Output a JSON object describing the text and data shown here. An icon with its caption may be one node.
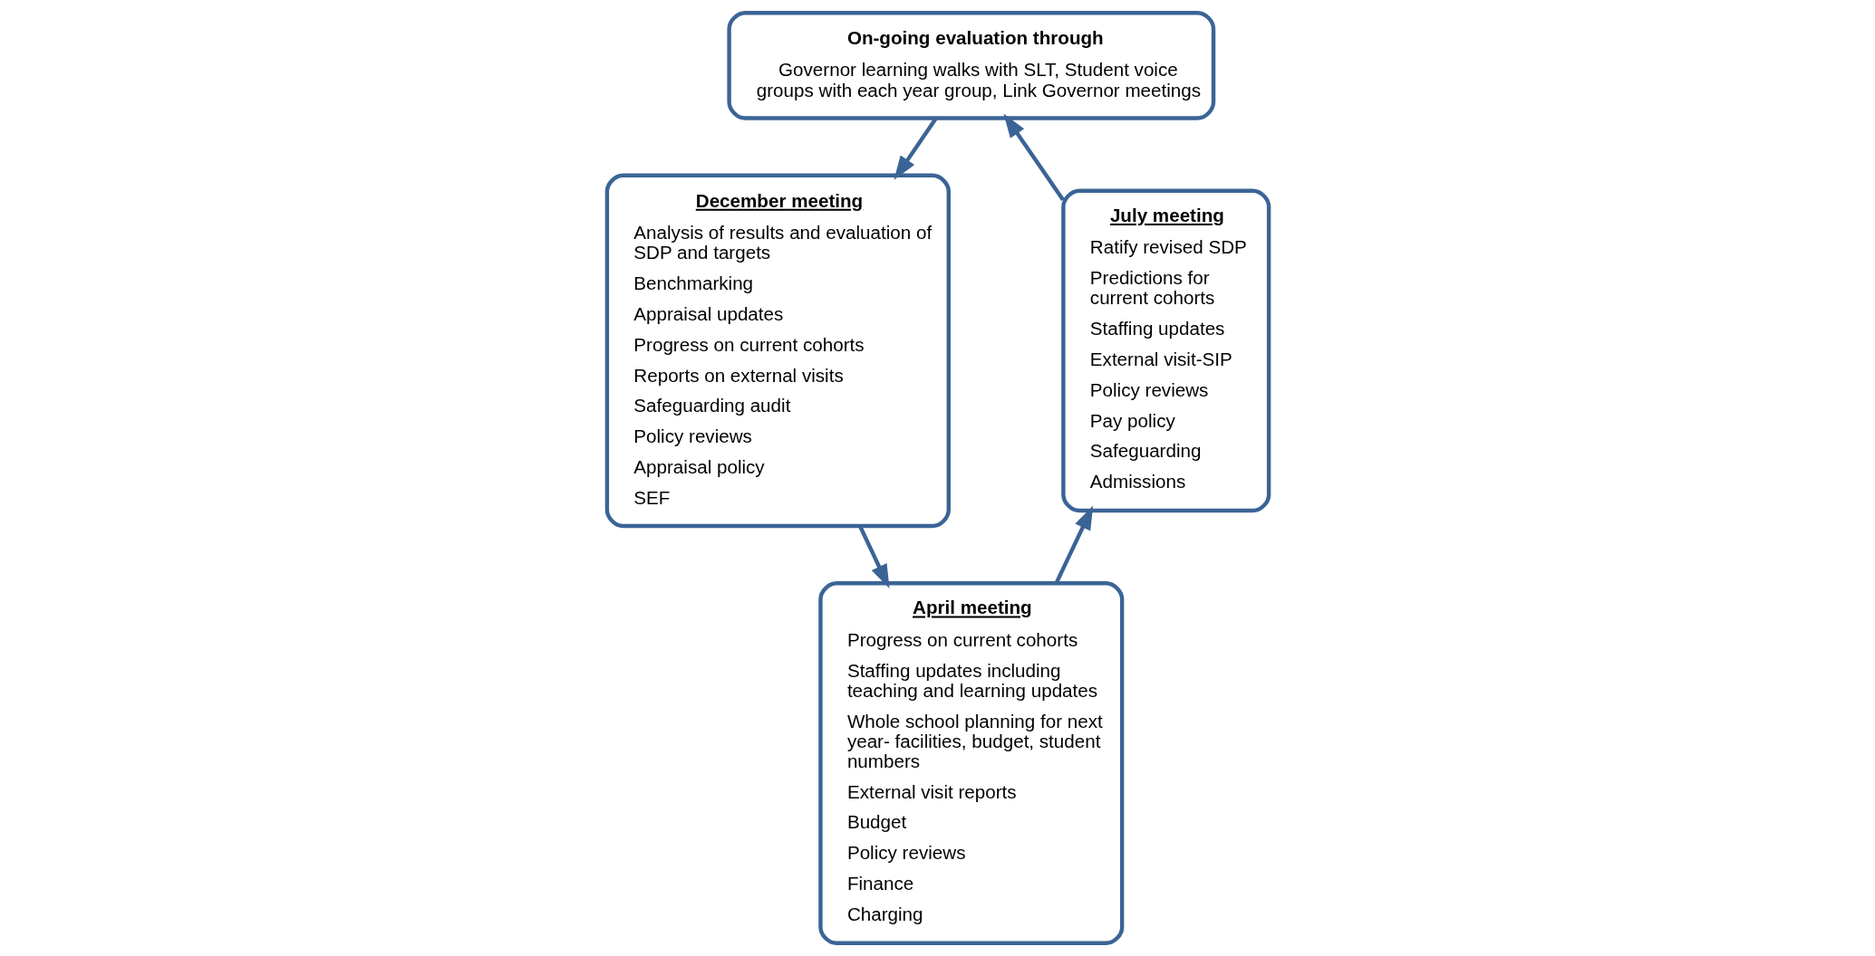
{
  "diagram": {
    "nodes": [
      {
        "text": [
          "On-going evaluation through",
          "Governor learning walks with SLT, Student voice groups with each year group, Link Governor meetings"
        ]
      },
      {
        "text": [
          "July meeting",
          "Ratify revised SDP",
          "Predictions for current cohorts",
          "Staffing updates",
          "External visit-SIP",
          "Policy reviews",
          "Pay policy",
          "Safeguarding",
          "Admissions"
        ]
      },
      {
        "text": [
          "December meeting",
          "Analysis of results and evaluation of SDP and targets",
          "Benchmarking",
          "Appraisal updates",
          "Progress on current cohorts",
          "Reports on external visits",
          "Safeguarding audit",
          "Policy reviews",
          "Appraisal policy",
          "SEF"
        ]
      },
      {
        "text": [
          "April meeting",
          "Progress on current cohorts",
          "Staffing updates including teaching and learning updates",
          "Whole school planning for next year- facilities, budget, student numbers",
          "External visit reports",
          "Budget",
          "Policy reviews",
          "Finance",
          "Charging"
        ]
      }
    ],
    "edges": [
      {
        "from": 0,
        "to": 2,
        "arrow": "to"
      },
      {
        "from": 2,
        "to": 3,
        "arrow": "to"
      },
      {
        "from": 3,
        "to": 1,
        "arrow": "to"
      },
      {
        "from": 1,
        "to": 0,
        "arrow": "to"
      }
    ]
  }
}
